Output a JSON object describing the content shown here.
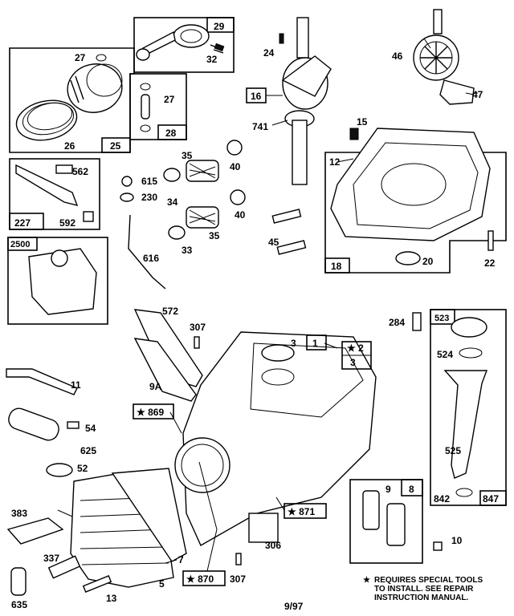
{
  "labels": {
    "p27a": "27",
    "p29": "29",
    "p32": "32",
    "p24": "24",
    "p46": "46",
    "p47": "47",
    "p26": "26",
    "p25": "25",
    "p27b": "27",
    "p28": "28",
    "p16": "16",
    "p741": "741",
    "p15": "15",
    "p12": "12",
    "p35a": "35",
    "p40a": "40",
    "p562": "562",
    "p615": "615",
    "p230": "230",
    "p34": "34",
    "p227": "227",
    "p592": "592",
    "p40b": "40",
    "p35b": "35",
    "p2500": "2500",
    "p33": "33",
    "p45": "45",
    "p616": "616",
    "p18": "18",
    "p20": "20",
    "p22": "22",
    "p572": "572",
    "p284": "284",
    "p523": "523",
    "p307a": "307",
    "p3": "3",
    "p1": "1",
    "p2": "2",
    "p3b": "3",
    "p524": "524",
    "p11": "11",
    "p9A": "9A",
    "p869": "869",
    "p54": "54",
    "p625": "625",
    "p52": "52",
    "p525": "525",
    "p871": "871",
    "p9": "9",
    "p8": "8",
    "p383": "383",
    "p7": "7",
    "p306": "306",
    "p842": "842",
    "p847": "847",
    "p10": "10",
    "p337": "337",
    "p5": "5",
    "p870": "870",
    "p307b": "307",
    "p635": "635",
    "p13": "13"
  },
  "special_tools_note": {
    "line1": "REQUIRES SPECIAL TOOLS",
    "line2": "TO INSTALL.  SEE REPAIR",
    "line3": "INSTRUCTION MANUAL."
  },
  "footer_date": "9/97"
}
